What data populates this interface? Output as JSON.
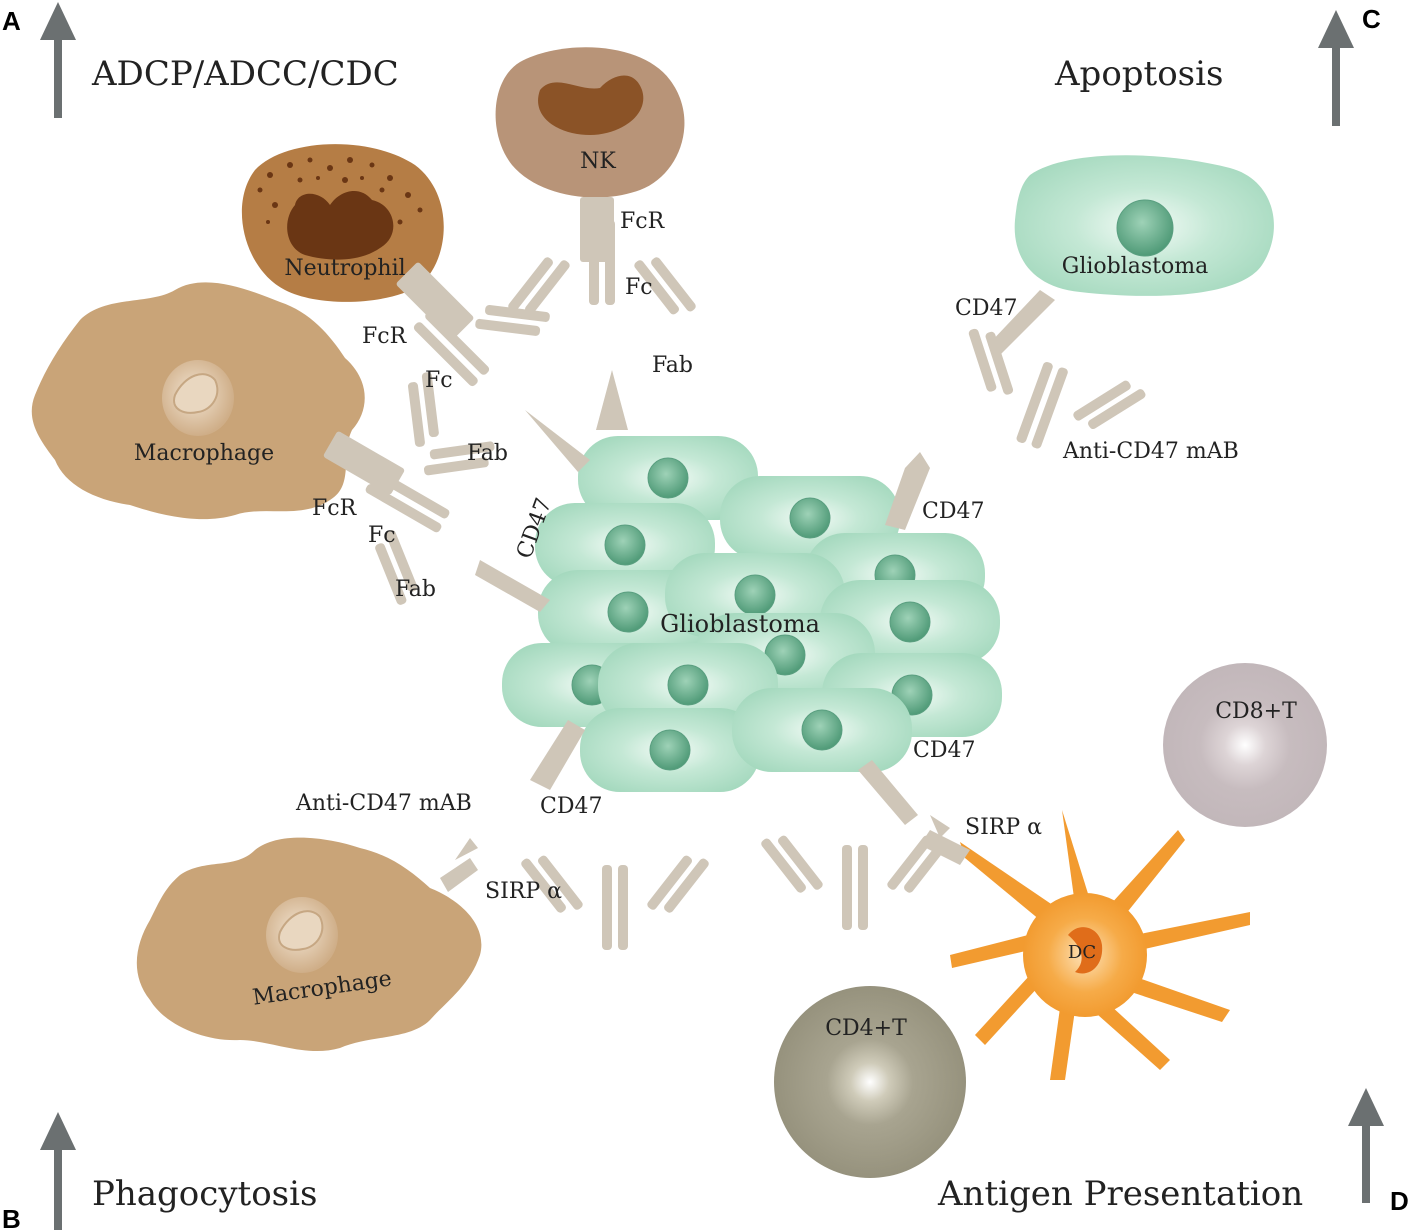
{
  "panels": {
    "a": "A",
    "b": "B",
    "c": "C",
    "d": "D"
  },
  "headings": {
    "adcp": "ADCP/ADCC/CDC",
    "apoptosis": "Apoptosis",
    "phagocytosis": "Phagocytosis",
    "antigen": "Antigen Presentation"
  },
  "cells": {
    "nk": "NK",
    "neutrophil": "Neutrophil",
    "macrophage_top": "Macrophage",
    "macrophage_bottom": "Macrophage",
    "glioblastoma_center": "Glioblastoma",
    "glioblastoma_right": "Glioblastoma",
    "cd8": "CD8+T",
    "cd4": "CD4+T",
    "dc": "DC"
  },
  "labels": {
    "fcr_nk": "FcR",
    "fc_nk": "Fc",
    "fab_nk": "Fab",
    "fcr_neut": "FcR",
    "fc_neut": "Fc",
    "fab_neut": "Fab",
    "fcr_mac": "FcR",
    "fc_mac": "Fc",
    "fab_mac": "Fab",
    "cd47_left": "CD47",
    "cd47_right_top": "CD47",
    "cd47_glio_right": "CD47",
    "anti_cd47_right": "Anti-CD47 mAB",
    "anti_cd47_bottom": "Anti-CD47 mAB",
    "cd47_bottom": "CD47",
    "sirpa_left": "SIRP α",
    "cd47_dc": "CD47",
    "sirpa_dc": "SIRP α"
  },
  "colors": {
    "glioblastoma": "#a8dcc2",
    "nucleus": "#6aae8c",
    "macrophage": "#c9a478",
    "neutrophil": "#b7834a",
    "nk": "#b89478",
    "dc": "#f3a13d",
    "cd8": "#c7bcbf",
    "cd4": "#9e9a86",
    "antibody": "#cfc6b8",
    "arrow": "#6b7071"
  }
}
